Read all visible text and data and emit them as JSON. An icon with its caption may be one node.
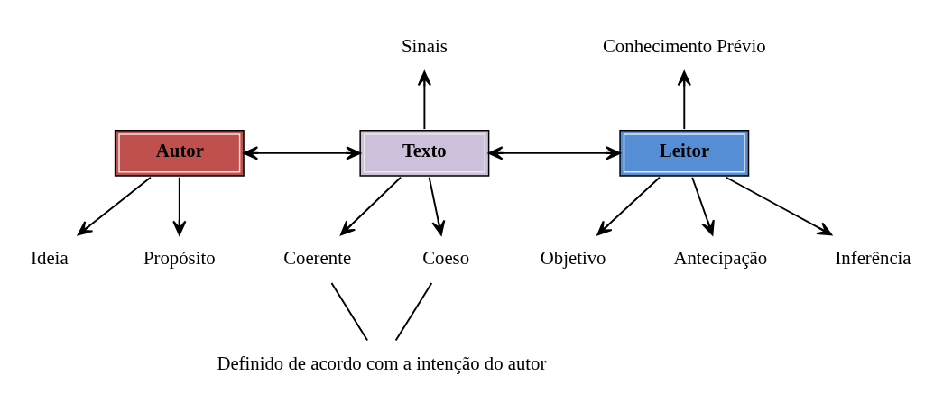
{
  "diagram": {
    "nodes": [
      {
        "text": [
          "Autor"
        ]
      },
      {
        "text": [
          "Texto"
        ]
      },
      {
        "text": [
          "Leitor"
        ]
      },
      {
        "text": [
          "Sinais"
        ]
      },
      {
        "text": [
          "Conhecimento Prévio"
        ]
      },
      {
        "text": [
          "Ideia"
        ]
      },
      {
        "text": [
          "Propósito"
        ]
      },
      {
        "text": [
          "Coerente"
        ]
      },
      {
        "text": [
          "Coeso"
        ]
      },
      {
        "text": [
          "Objetivo"
        ]
      },
      {
        "text": [
          "Antecipação"
        ]
      },
      {
        "text": [
          "Inferência"
        ]
      },
      {
        "text": [
          "Definido de acordo com a intenção do autor"
        ]
      }
    ],
    "edges": [
      {
        "from": 0,
        "to": 1,
        "arrow": "both"
      },
      {
        "from": 1,
        "to": 2,
        "arrow": "both"
      },
      {
        "from": 1,
        "to": 3,
        "arrow": "to"
      },
      {
        "from": 2,
        "to": 4,
        "arrow": "to"
      },
      {
        "from": 0,
        "to": 5,
        "arrow": "to"
      },
      {
        "from": 0,
        "to": 6,
        "arrow": "to"
      },
      {
        "from": 1,
        "to": 7,
        "arrow": "to"
      },
      {
        "from": 1,
        "to": 8,
        "arrow": "to"
      },
      {
        "from": 2,
        "to": 9,
        "arrow": "to"
      },
      {
        "from": 2,
        "to": 10,
        "arrow": "to"
      },
      {
        "from": 2,
        "to": 11,
        "arrow": "to"
      },
      {
        "from": 7,
        "to": 12,
        "arrow": "none"
      },
      {
        "from": 8,
        "to": 12,
        "arrow": "none"
      }
    ]
  }
}
